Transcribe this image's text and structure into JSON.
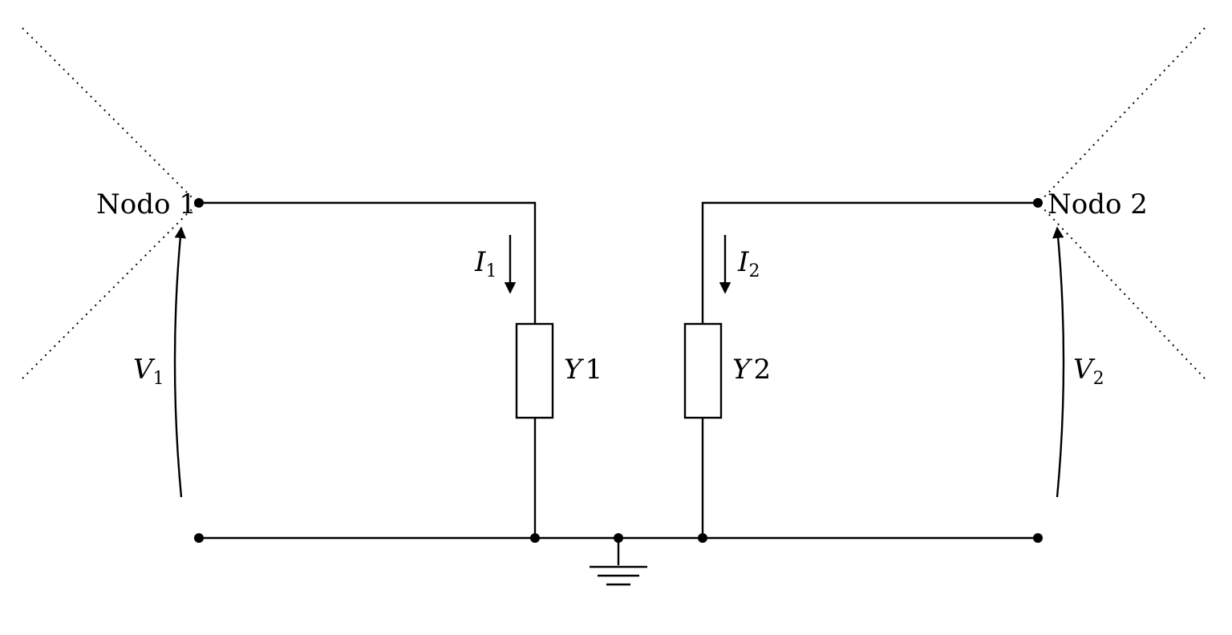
{
  "nodes": {
    "node1_label": "Nodo 1",
    "node2_label": "Nodo 2"
  },
  "currents": {
    "i1": {
      "symbol": "I",
      "subscript": "1"
    },
    "i2": {
      "symbol": "I",
      "subscript": "2"
    }
  },
  "voltages": {
    "v1": {
      "symbol": "V",
      "subscript": "1"
    },
    "v2": {
      "symbol": "V",
      "subscript": "2"
    }
  },
  "admittances": {
    "y1": {
      "symbol": "Y",
      "index": "1"
    },
    "y2": {
      "symbol": "Y",
      "index": "2"
    }
  },
  "colors": {
    "ink": "#000000",
    "background": "#ffffff"
  }
}
